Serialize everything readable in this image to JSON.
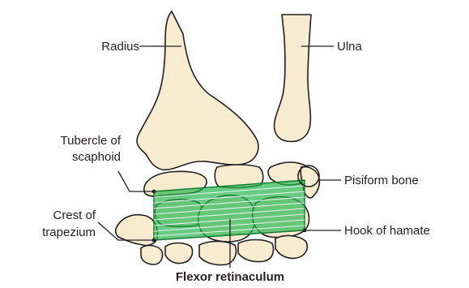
{
  "labels": {
    "radius": "Radius",
    "ulna": "Ulna",
    "tubercle_line1": "Tubercle of",
    "tubercle_line2": "scaphoid",
    "pisiform": "Pisiform bone",
    "crest_line1": "Crest of",
    "crest_line2": "trapezium",
    "hook": "Hook of hamate",
    "flexor": "Flexor retinaculum"
  },
  "colors": {
    "bone_fill": "#f8ecd0",
    "outline": "#231f20",
    "retinaculum_fill": "#22b24c",
    "retinaculum_stroke": "#0f7a2e",
    "background": "#ffffff"
  }
}
